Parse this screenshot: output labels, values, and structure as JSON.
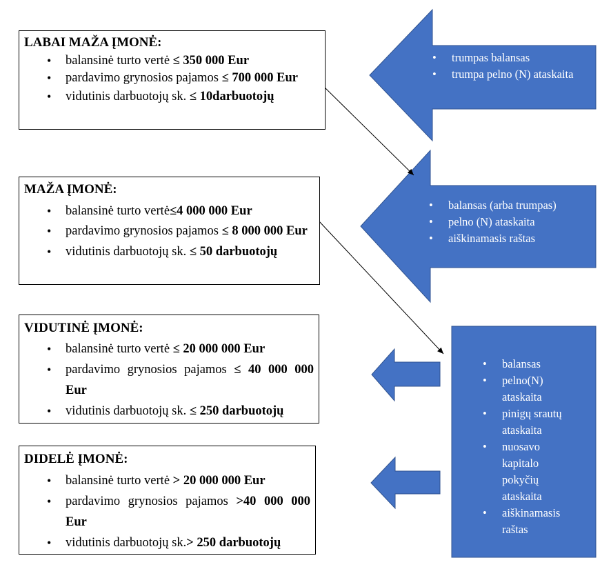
{
  "colors": {
    "shape_fill": "#4472C4",
    "shape_stroke": "#2F528F",
    "text_on_shape": "#FFFFFF"
  },
  "boxes": [
    {
      "title": "LABAI MAŽA ĮMONĖ:",
      "items": [
        {
          "text": "balansinė turto vertė ",
          "value": "≤ 350 000 Eur"
        },
        {
          "text": "pardavimo grynosios pajamos ",
          "value": "≤ 700 000 Eur"
        },
        {
          "text": "vidutinis darbuotojų sk. ",
          "value": "≤ 10darbuotojų"
        }
      ]
    },
    {
      "title": "MAŽA ĮMONĖ:",
      "items": [
        {
          "text": "balansinė turto vertė",
          "value": "≤4 000 000 Eur"
        },
        {
          "text": "pardavimo grynosios pajamos ",
          "value": "≤ 8 000 000 Eur"
        },
        {
          "text": "vidutinis darbuotojų sk. ",
          "value": "≤ 50 darbuotojų"
        }
      ]
    },
    {
      "title": "VIDUTINĖ ĮMONĖ:",
      "items": [
        {
          "text": "balansinė turto vertė ",
          "value": "≤ 20 000 000 Eur"
        },
        {
          "text": "pardavimo grynosios pajamos ",
          "value": "≤ 40 000 000 Eur"
        },
        {
          "text": "vidutinis darbuotojų sk. ",
          "value": "≤ 250 darbuotojų"
        }
      ]
    },
    {
      "title": "DIDELĖ ĮMONĖ:",
      "items": [
        {
          "text": "balansinė turto vertė ",
          "value": "> 20 000 000 Eur"
        },
        {
          "text": "pardavimo grynosios pajamos ",
          "value": ">40 000 000 Eur"
        },
        {
          "text": "vidutinis darbuotojų sk.",
          "value": "> 250 darbuotojų"
        }
      ]
    }
  ],
  "reports": [
    {
      "items": [
        "trumpas balansas",
        "trumpa pelno (N) ataskaita"
      ]
    },
    {
      "items": [
        "balansas (arba trumpas)",
        "pelno (N) ataskaita",
        "aiškinamasis raštas"
      ]
    },
    {
      "items": [
        "balansas",
        "pelno(N) ataskaita",
        "pinigų srautų ataskaita",
        "nuosavo kapitalo pokyčių ataskaita",
        "aiškinamasis raštas"
      ]
    }
  ]
}
